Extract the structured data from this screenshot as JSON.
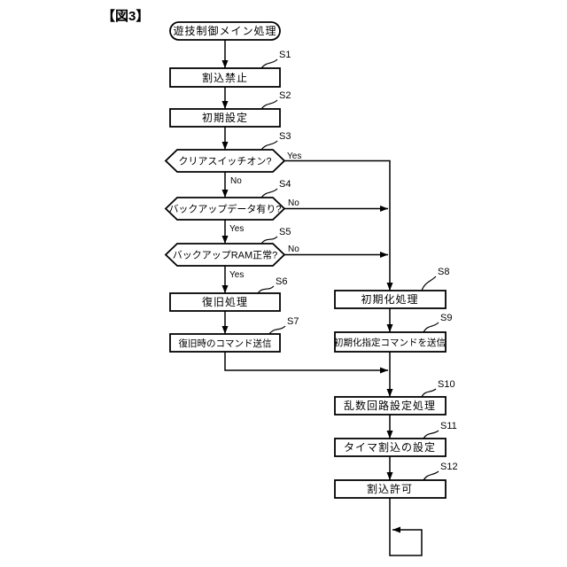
{
  "figure": {
    "title": "【図3】"
  },
  "flowchart": {
    "start": {
      "label": "遊技制御メイン処理"
    },
    "steps": [
      {
        "id": "S1",
        "type": "process",
        "label": "割込禁止"
      },
      {
        "id": "S2",
        "type": "process",
        "label": "初期設定"
      },
      {
        "id": "S3",
        "type": "decision",
        "label": "クリアスイッチオン?",
        "branch_right": "Yes",
        "branch_down": "No"
      },
      {
        "id": "S4",
        "type": "decision",
        "label": "バックアップデータ有り?",
        "branch_right": "No",
        "branch_down": "Yes"
      },
      {
        "id": "S5",
        "type": "decision",
        "label": "バックアップRAM正常?",
        "branch_right": "No",
        "branch_down": "Yes"
      },
      {
        "id": "S6",
        "type": "process",
        "label": "復旧処理"
      },
      {
        "id": "S7",
        "type": "process",
        "label": "復旧時のコマンド送信"
      },
      {
        "id": "S8",
        "type": "process",
        "label": "初期化処理"
      },
      {
        "id": "S9",
        "type": "process",
        "label": "初期化指定コマンドを送信"
      },
      {
        "id": "S10",
        "type": "process",
        "label": "乱数回路設定処理"
      },
      {
        "id": "S11",
        "type": "process",
        "label": "タイマ割込の設定"
      },
      {
        "id": "S12",
        "type": "process",
        "label": "割込許可"
      }
    ],
    "colors": {
      "line": "#000000",
      "fill": "#ffffff",
      "background": "#ffffff"
    }
  }
}
